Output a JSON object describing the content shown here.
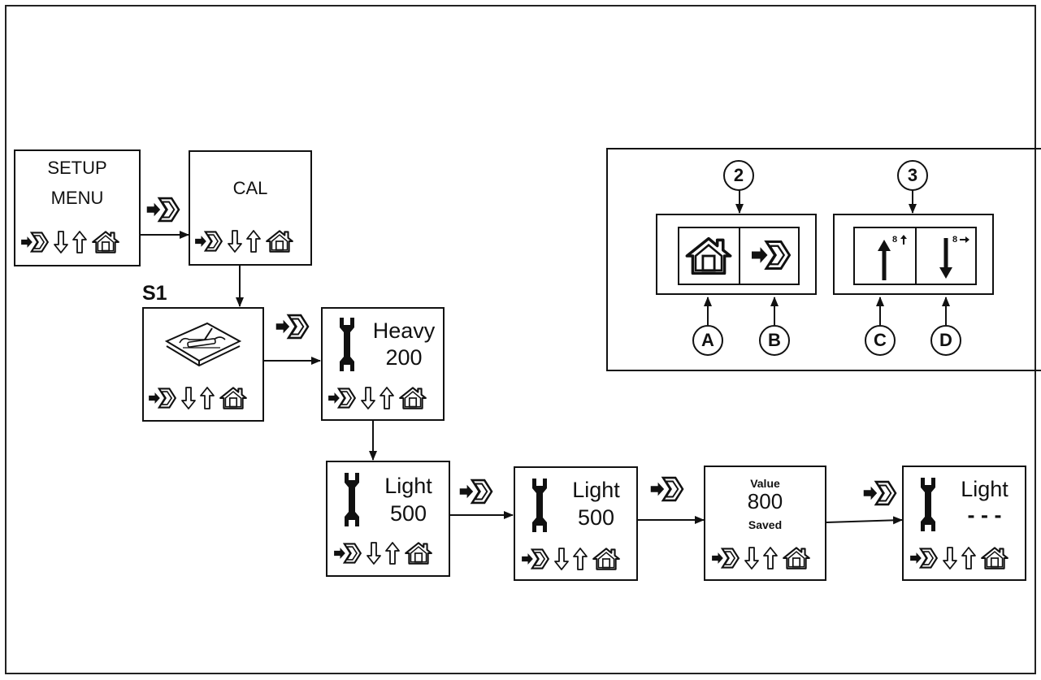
{
  "screens": {
    "setup": {
      "line1": "SETUP",
      "line2": "MENU"
    },
    "cal": {
      "line1": "CAL"
    },
    "heavy": {
      "line1": "Heavy",
      "line2": "200"
    },
    "light1": {
      "line1": "Light",
      "line2": "500"
    },
    "light2": {
      "line1": "Light",
      "line2": "500"
    },
    "saved": {
      "line1": "Value",
      "line2": "800",
      "line3": "Saved"
    },
    "light3": {
      "line1": "Light",
      "line2": "- - -"
    }
  },
  "step_label": "S1",
  "legend": {
    "callout_2": "2",
    "callout_3": "3",
    "label_a": "A",
    "label_b": "B",
    "label_c": "C",
    "label_d": "D",
    "up_note": "8",
    "down_note": "8"
  },
  "icons": [
    "enter-icon",
    "down-arrow-icon",
    "up-arrow-icon",
    "home-icon",
    "wrench-icon",
    "book-wrench-icon"
  ]
}
